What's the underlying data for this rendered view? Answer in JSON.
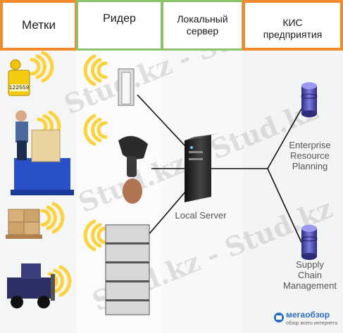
{
  "headers": {
    "tags": "Метки",
    "reader": "Ридер",
    "local_server_line1": "Локальный",
    "local_server_line2": "сервер",
    "kis_line1": "КИС",
    "kis_line2": "предприятия"
  },
  "diagram": {
    "local_server": "Local Server",
    "erp_line1": "Enterprise",
    "erp_line2": "Resource",
    "erp_line3": "Planning",
    "scm_line1": "Supply",
    "scm_line2": "Chain",
    "scm_line3": "Management",
    "tag_number": "122559"
  },
  "watermark": {
    "text": "Stud.kz - Stud.kz"
  },
  "brand": {
    "logo": "мегаобзор",
    "tagline": "обзор всего интернета"
  },
  "colors": {
    "orange": "#f08a2a",
    "green": "#8cc36a",
    "signal": "#ffd23a",
    "drum": "#4a4aa0"
  }
}
